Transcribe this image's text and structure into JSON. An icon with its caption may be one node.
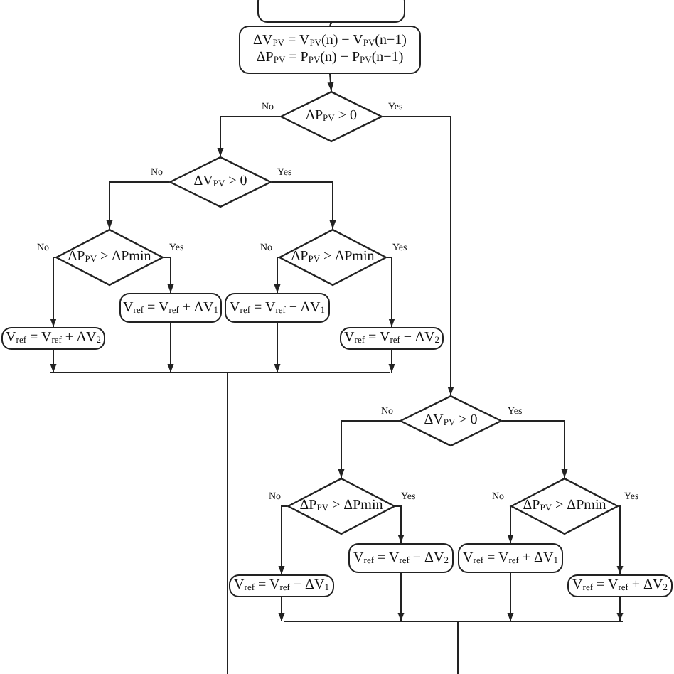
{
  "diagram": {
    "nodes": [
      {
        "text": [],
        "shape": "box"
      },
      {
        "text": [
          "ΔV$_{PV}$ = V$_{PV}$(n) − V$_{PV}$(n−1)",
          "ΔP$_{PV}$ = P$_{PV}$(n) − P$_{PV}$(n−1)"
        ]
      },
      {
        "text": [
          "ΔP$_{PV}$ > 0"
        ]
      },
      {
        "text": [
          "ΔV$_{PV}$ > 0"
        ]
      },
      {
        "text": [
          "ΔP$_{PV}$ > ΔPmin"
        ]
      },
      {
        "text": [
          "ΔP$_{PV}$ > ΔPmin"
        ]
      },
      {
        "text": [
          "V$_{ref}$ = V$_{ref}$ + ΔV$_{1}$"
        ]
      },
      {
        "text": [
          "V$_{ref}$ = V$_{ref}$ − ΔV$_{1}$"
        ]
      },
      {
        "text": [
          "V$_{ref}$ = V$_{ref}$ + ΔV$_{2}$"
        ]
      },
      {
        "text": [
          "V$_{ref}$ = V$_{ref}$ − ΔV$_{2}$"
        ]
      },
      {
        "text": [
          "ΔV$_{PV}$ > 0"
        ]
      },
      {
        "text": [
          "ΔP$_{PV}$ > ΔPmin"
        ]
      },
      {
        "text": [
          "ΔP$_{PV}$ > ΔPmin"
        ]
      },
      {
        "text": [
          "V$_{ref}$ = V$_{ref}$ − ΔV$_{2}$"
        ]
      },
      {
        "text": [
          "V$_{ref}$ = V$_{ref}$ + ΔV$_{1}$"
        ]
      },
      {
        "text": [
          "V$_{ref}$ = V$_{ref}$ − ΔV$_{1}$"
        ]
      },
      {
        "text": [
          "V$_{ref}$ = V$_{ref}$ + ΔV$_{2}$"
        ]
      }
    ],
    "edges": [
      {
        "from": 0,
        "to": 1,
        "arrow": "to"
      },
      {
        "from": 1,
        "to": 2,
        "arrow": "to"
      },
      {
        "from": 2,
        "to": 3,
        "label": "No",
        "arrow": "to"
      },
      {
        "from": 2,
        "to": 10,
        "label": "Yes",
        "arrow": "to"
      },
      {
        "from": 3,
        "to": 4,
        "label": "No",
        "arrow": "to"
      },
      {
        "from": 3,
        "to": 5,
        "label": "Yes",
        "arrow": "to"
      },
      {
        "from": 4,
        "to": 8,
        "label": "No",
        "arrow": "to"
      },
      {
        "from": 4,
        "to": 6,
        "label": "Yes",
        "arrow": "to"
      },
      {
        "from": 5,
        "to": 7,
        "label": "No",
        "arrow": "to"
      },
      {
        "from": 5,
        "to": 9,
        "label": "Yes",
        "arrow": "to"
      },
      {
        "from": 6,
        "to": null,
        "arrow": "to"
      },
      {
        "from": 7,
        "to": null,
        "arrow": "to"
      },
      {
        "from": 8,
        "to": null,
        "arrow": "to"
      },
      {
        "from": 9,
        "to": null,
        "arrow": "to"
      },
      {
        "from": 10,
        "to": 11,
        "label": "No",
        "arrow": "to"
      },
      {
        "from": 10,
        "to": 12,
        "label": "Yes",
        "arrow": "to"
      },
      {
        "from": 11,
        "to": 15,
        "label": "No",
        "arrow": "to"
      },
      {
        "from": 11,
        "to": 13,
        "label": "Yes",
        "arrow": "to"
      },
      {
        "from": 12,
        "to": 14,
        "label": "No",
        "arrow": "to"
      },
      {
        "from": 12,
        "to": 16,
        "label": "Yes",
        "arrow": "to"
      },
      {
        "from": 13,
        "to": null,
        "arrow": "to"
      },
      {
        "from": 14,
        "to": null,
        "arrow": "to"
      },
      {
        "from": 15,
        "to": null,
        "arrow": "to"
      },
      {
        "from": 16,
        "to": null,
        "arrow": "to"
      }
    ]
  }
}
